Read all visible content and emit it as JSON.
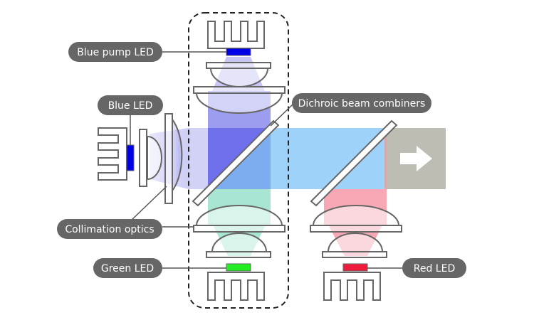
{
  "labels": {
    "blue_pump_led": "Blue pump LED",
    "blue_led": "Blue LED",
    "dichroic_beam_combiners": "Dichroic beam combiners",
    "collimation_optics": "Collimation optics",
    "green_led": "Green LED",
    "red_led": "Red LED"
  },
  "colors": {
    "label_bg": "#666666",
    "label_text": "#ffffff",
    "blue_led": "#0000e6",
    "green_led": "#22ee22",
    "red_led": "#ee1c3c",
    "blue_beam": "#7b7bf2",
    "cyan_beam": "#8fcaf7",
    "green_beam": "#a8e6d3",
    "red_beam": "#f7a8b4",
    "output_beam": "#bdbdb4",
    "outline": "#666666"
  },
  "icons": {
    "output": "arrow-right-icon"
  }
}
